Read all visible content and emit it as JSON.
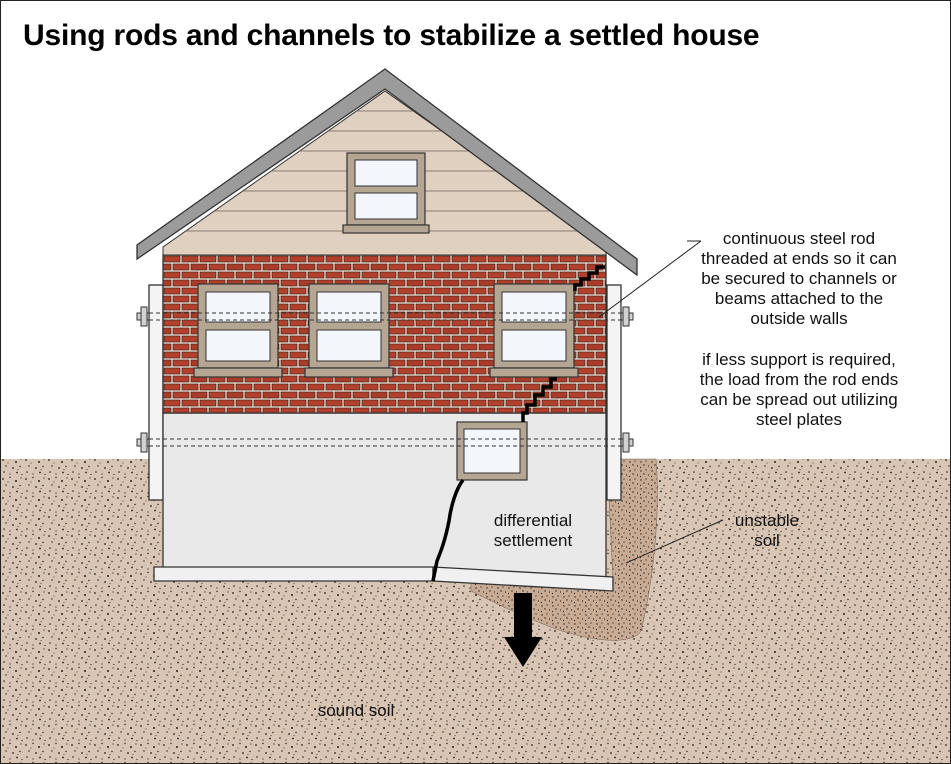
{
  "title": "Using rods and channels to stabilize a settled house",
  "labels": {
    "rod_note": [
      "continuous steel rod",
      "threaded at ends so it can",
      "be secured to channels or",
      "beams attached to the",
      "outside walls"
    ],
    "plates_note": [
      "if less support is required,",
      "the load from the rod ends",
      "can be spread out utilizing",
      "steel plates"
    ],
    "differential_settlement": [
      "differential",
      "settlement"
    ],
    "unstable_soil": [
      "unstable",
      "soil"
    ],
    "sound_soil": "sound soil"
  },
  "colors": {
    "soil": "#d8c5b3",
    "unstable_soil": "#c7ab95",
    "brick": "#b1412c",
    "mortar": "#e8ddd2",
    "siding": "#dfd0c0",
    "roof": "#9b9b9b",
    "foundation_wall": "#e9e9ea",
    "window_frame": "#b5a593",
    "glass": "#f3f6fb",
    "steel": "#d2d2d2"
  }
}
